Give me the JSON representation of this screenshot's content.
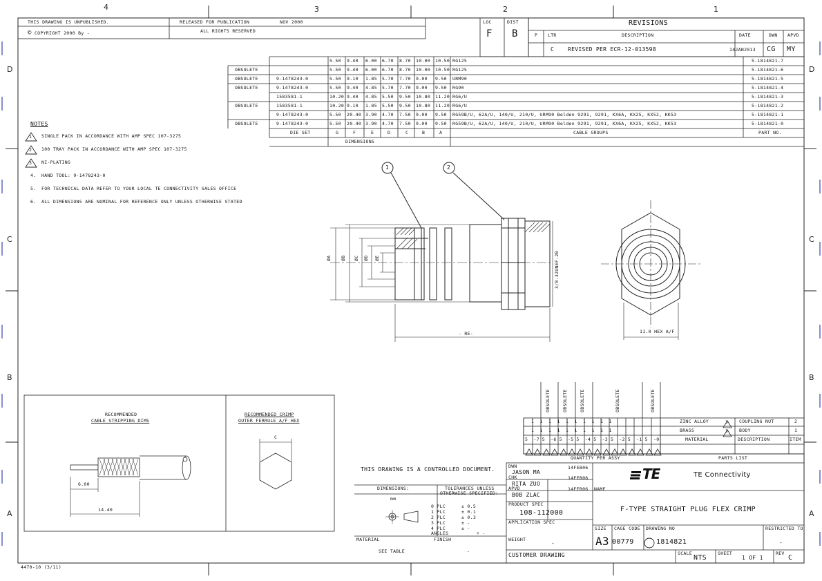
{
  "zones": {
    "cols_top": [
      "4",
      "3",
      "2",
      "1"
    ],
    "rows_left": [
      "D",
      "C",
      "B",
      "A"
    ],
    "rows_right": [
      "D",
      "C",
      "B",
      "A"
    ]
  },
  "title_block_top": {
    "unpublished": "THIS DRAWING IS UNPUBLISHED.",
    "copyright": "COPYRIGHT 2000 By -",
    "released": "RELEASED FOR PUBLICATION",
    "date": "NOV 2000",
    "rights": "ALL RIGHTS RESERVED",
    "loc_label": "LOC",
    "loc_value": "F",
    "dist_label": "DIST",
    "dist_value": "B"
  },
  "revisions": {
    "title": "REVISIONS",
    "headers": [
      "P",
      "LTR",
      "DESCRIPTION",
      "DATE",
      "DWN",
      "APVD"
    ],
    "row": {
      "ltr": "C",
      "description": "REVISED PER ECR-12-013598",
      "date": "14JAN2013",
      "dwn": "CG",
      "apvd": "MY"
    }
  },
  "dim_table": {
    "rows": [
      {
        "status": "",
        "die_set": "",
        "g": "5.50",
        "f": "9.40",
        "e": "6.00",
        "d": "6.70",
        "c": "8.70",
        "b": "10.00",
        "a": "10.50",
        "cable": "RG125",
        "part": "5-1814821-7"
      },
      {
        "status": "OBSOLETE",
        "die_set": "",
        "g": "5.50",
        "f": "9.40",
        "e": "6.00",
        "d": "6.70",
        "c": "8.70",
        "b": "10.00",
        "a": "10.50",
        "cable": "RG125",
        "part": "5-1814821-6"
      },
      {
        "status": "OBSOLETE",
        "die_set": "9-1478243-0",
        "g": "5.50",
        "f": "9.10",
        "e": "1.85",
        "d": "5.70",
        "c": "7.70",
        "b": "9.00",
        "a": "9.50",
        "cable": "URM90",
        "part": "5-1814821-5"
      },
      {
        "status": "OBSOLETE",
        "die_set": "9-1478243-0",
        "g": "5.50",
        "f": "9.40",
        "e": "4.85",
        "d": "5.70",
        "c": "7.70",
        "b": "9.00",
        "a": "9.50",
        "cable": "RG90",
        "part": "5-1814821-4"
      },
      {
        "status": "",
        "die_set": "1583581-1",
        "g": "10.20",
        "f": "9.40",
        "e": "4.85",
        "d": "5.50",
        "c": "9.50",
        "b": "10.80",
        "a": "11.20",
        "cable": "RG6/U",
        "part": "5-1814821-3"
      },
      {
        "status": "OBSOLETE",
        "die_set": "1583581-1",
        "g": "10.20",
        "f": "9.10",
        "e": "1.85",
        "d": "5.50",
        "c": "9.50",
        "b": "10.80",
        "a": "11.20",
        "cable": "RG6/U",
        "part": "5-1814821-2"
      },
      {
        "status": "",
        "die_set": "9-1478243-0",
        "g": "5.50",
        "f": "20.40",
        "e": "3.90",
        "d": "4.70",
        "c": "7.50",
        "b": "9.00",
        "a": "9.50",
        "cable": "RG59B/U, 62A/U, 140/U, 210/U, URM90 Belden 9291, 9291, KX6A, KX25, KX52, KK53",
        "part": "5-1814821-1"
      },
      {
        "status": "OBSOLETE",
        "die_set": "9-1478243-0",
        "g": "5.50",
        "f": "20.40",
        "e": "3.90",
        "d": "4.70",
        "c": "7.50",
        "b": "9.00",
        "a": "9.50",
        "cable": "RG59B/U, 62A/U, 140/U, 210/U, URM90 Belden 9291, 9291, KX6A, KX25, KX52, KK53",
        "part": "5-1814821-0"
      }
    ],
    "header": [
      "DIE SET",
      "G",
      "F",
      "E",
      "D",
      "C",
      "B",
      "A",
      "CABLE GROUPS",
      "PART NO."
    ],
    "dimensions_label": "DIMENSIONS"
  },
  "notes": {
    "title": "NOTES",
    "items": [
      {
        "num": "1",
        "tri": true,
        "text": "SINGLE PACK IN ACCORDANCE WITH AMP SPEC 107-3275"
      },
      {
        "num": "2",
        "tri": true,
        "text": "100 TRAY PACK IN ACCORDANCE WITH AMP SPEC 107-3275"
      },
      {
        "num": "3",
        "tri": true,
        "text": "NI-PLATING"
      },
      {
        "num": "4.",
        "tri": false,
        "text": "HAND TOOL: 9-1478243-0"
      },
      {
        "num": "5.",
        "tri": false,
        "text": "FOR TECHNICAL DATA REFER TO YOUR LOCAL TE CONNECTIVITY SALES OFFICE"
      },
      {
        "num": "6.",
        "tri": false,
        "text": "ALL DIMENSIONS ARE NOMINAL FOR REFERENCE ONLY UNLESS OTHERWISE STATED"
      }
    ]
  },
  "drawing": {
    "balloons": [
      "1",
      "2"
    ],
    "dim_labels": [
      "ØA",
      "ØB",
      "ØC",
      "ØD",
      "ØE",
      "3/8-32UNEF-2B",
      "- RE-",
      "11.0 HEX A/F"
    ]
  },
  "recommended": {
    "strip_title_1": "RECOMMENDED",
    "strip_title_2": "CABLE STRIPPING DIMS",
    "strip_dim_1": "6.00",
    "strip_dim_2": "14.40",
    "crimp_title_1": "RECOMMENDED CRIMP",
    "crimp_title_2": "OUTER FERRULE A/F HEX",
    "crimp_label": "C"
  },
  "parts_list": {
    "obsolete_labels": [
      "OBSOLETE",
      "OBSOLETE",
      "OBSOLETE",
      "OBSOLETE",
      "OBSOLETE"
    ],
    "qty_rows": [
      [
        "1",
        "1",
        "1",
        "1",
        "1",
        "1",
        "1",
        "1",
        "1",
        "1"
      ],
      [
        "1",
        "1",
        "1",
        "1",
        "1",
        "1",
        "1",
        "1",
        "1",
        "1"
      ],
      [
        "5",
        "-7",
        "5",
        "-6",
        "5",
        "-5",
        "5",
        "-4",
        "5",
        "-3",
        "5",
        "-2",
        "5",
        "-1",
        "5",
        "-0"
      ]
    ],
    "qty_label": "QUANTITY PER ASSY",
    "items": [
      {
        "material": "ZINC ALLOY",
        "tri": "3",
        "desc": "COUPLING NUT",
        "item": "2"
      },
      {
        "material": "BRASS",
        "tri": "3",
        "desc": "BODY",
        "item": "1"
      }
    ],
    "material_header": "MATERIAL",
    "desc_header": "DESCRIPTION",
    "item_header": "ITEM",
    "parts_label": "PARTS LIST"
  },
  "title_block": {
    "controlled": "THIS DRAWING IS A CONTROLLED DOCUMENT.",
    "dimensions": "DIMENSIONS:",
    "tolerances_1": "TOLERANCES UNLESS",
    "tolerances_2": "OTHERWISE SPECIFIED:",
    "mm": "mm",
    "plc_0": "0 PLC",
    "plc_0v": "± 0.5",
    "plc_1": "1 PLC",
    "plc_1v": "± 0.1",
    "plc_2": "2 PLC",
    "plc_2v": "± 0.3",
    "plc_3": "3 PLC",
    "plc_3v": "± -",
    "plc_4": "4 PLC",
    "plc_4v": "± -",
    "angles": "ANGLES",
    "angles_v": "+ -",
    "material": "MATERIAL",
    "finish": "FINISH",
    "material_v": "SEE TABLE",
    "finish_v": "-",
    "dwn_label": "DWN",
    "dwn_name": "JASON MA",
    "dwn_date": "14FEB06",
    "chk_label": "CHK",
    "chk_name": "RITA ZUO",
    "chk_date": "14FEB06",
    "apvd_label": "APVD",
    "apvd_name": "BOB ZLAC",
    "apvd_date": "14FEB06",
    "name_label": "NAME",
    "product_spec_label": "PRODUCT SPEC",
    "product_spec": "108-112000",
    "application_spec_label": "APPLICATION SPEC",
    "weight_label": "WEIGHT",
    "weight": "-",
    "company": "TE Connectivity",
    "logo": "TE",
    "title": "F-TYPE STRAIGHT PLUG FLEX CRIMP",
    "size_label": "SIZE",
    "size": "A3",
    "cage_label": "CAGE CODE",
    "cage": "00779",
    "drawing_no_label": "DRAWING NO",
    "drawing_no": "1814821",
    "restricted_label": "RESTRICTED TO",
    "restricted": "-",
    "customer_drawing": "CUSTOMER DRAWING",
    "scale_label": "SCALE",
    "scale": "NTS",
    "sheet_label": "SHEET",
    "sheet": "1 OF 1",
    "rev_label": "REV",
    "rev": "C"
  },
  "form_no": "4470-10 (3/11)"
}
